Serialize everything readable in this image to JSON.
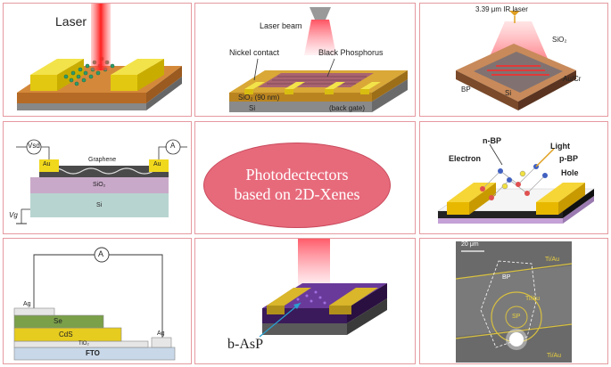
{
  "panel1": {
    "laser_label": "Laser"
  },
  "panel2": {
    "laser_beam": "Laser beam",
    "nickel_contact": "Nickel contact",
    "black_phosphorus": "Black Phosphorus",
    "sio2": "SiO₂ (90 nm)",
    "si": "Si",
    "back_gate": "(back gate)"
  },
  "panel3": {
    "ir_laser": "3.39 μm IR laser",
    "sio2": "SiO₂",
    "au_cr": "Au/Cr",
    "bp": "BP",
    "si": "Si"
  },
  "panel4": {
    "vsd": "Vsd",
    "ammeter": "A",
    "au_left": "Au",
    "au_right": "Au",
    "graphene": "Graphene",
    "sio2": "SiO₂",
    "si": "Si",
    "vg": "Vg"
  },
  "center": {
    "line1": "Photodectectors",
    "line2": "based on 2D-Xenes"
  },
  "panel6": {
    "n_bp": "n-BP",
    "light": "Light",
    "electron": "Electron",
    "p_bp": "p-BP",
    "hole": "Hole"
  },
  "panel7": {
    "ammeter": "A",
    "ag_left": "Ag",
    "se": "Se",
    "cds": "CdS",
    "tio2": "TiO₂",
    "ag_right": "Ag",
    "fto": "FTO"
  },
  "panel8": {
    "b_asp": "b-AsP"
  },
  "panel9": {
    "scale": "20 μm",
    "ti_au_top": "Ti/Au",
    "bp": "BP",
    "ti_au_mid": "Ti/Au",
    "sp": "SP",
    "ti_au_bottom": "Ti/Au"
  },
  "colors": {
    "border": "#e59aa0",
    "ellipse": "#e76a7b",
    "gold": "#e8d21a",
    "substrate": "#c8883a"
  }
}
